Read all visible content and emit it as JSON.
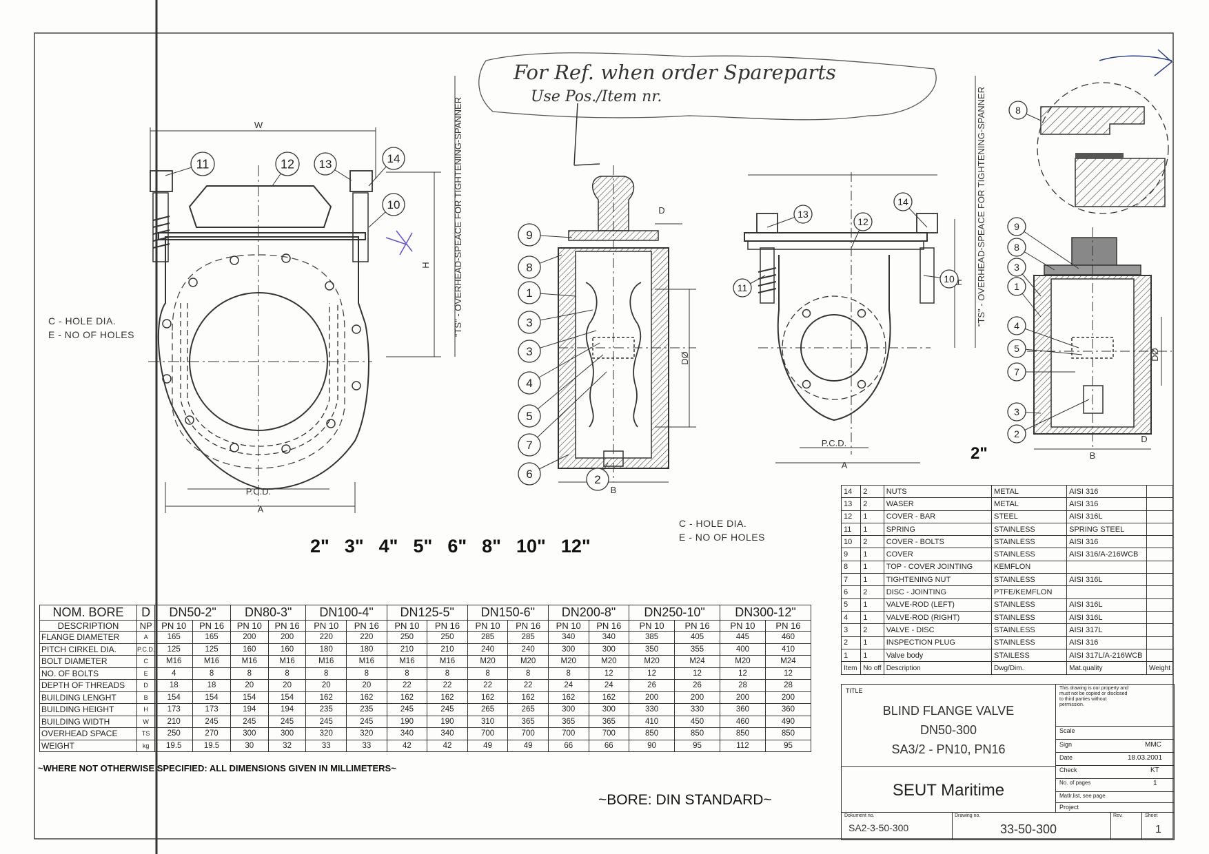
{
  "handwritten": {
    "line1": "For Ref. when order Spareparts",
    "line2": "Use Pos./Item nr."
  },
  "drawing_labels": {
    "hole_dia": "C - HOLE DIA.",
    "no_holes": "E - NO OF HOLES",
    "w": "W",
    "a": "A",
    "b": "B",
    "d": "D",
    "h": "H",
    "pcd": "P.C.D.",
    "d0": "DØ",
    "overhead_space": "\"TS\" - OVERHEAD-SPEACE FOR TIGHTENING-SPANNER",
    "size_2": "2\"",
    "sizes": [
      "2\"",
      "3\"",
      "4\"",
      "5\"",
      "6\"",
      "8\"",
      "10\"",
      "12\""
    ]
  },
  "balloons": {
    "front_left": [
      "11",
      "12",
      "13",
      "14",
      "10"
    ],
    "section_mid": [
      "9",
      "8",
      "1",
      "3",
      "3",
      "4",
      "5",
      "7",
      "6",
      "2"
    ],
    "front_right": [
      "13",
      "14",
      "12",
      "11",
      "10"
    ],
    "section_right": [
      "8",
      "9",
      "8",
      "3",
      "1",
      "4",
      "5",
      "7",
      "3",
      "2"
    ]
  },
  "dimension_table": {
    "header_nom_bore": "NOM. BORE",
    "header_description": "DESCRIPTION",
    "header_symbol": "D",
    "header_symbol2": "NP",
    "sizes": [
      "DN50-2\"",
      "DN80-3\"",
      "DN100-4\"",
      "DN125-5\"",
      "DN150-6\"",
      "DN200-8\"",
      "DN250-10\"",
      "DN300-12\""
    ],
    "pn_labels": [
      "PN 10",
      "PN 16"
    ],
    "rows": [
      {
        "desc": "FLANGE DIAMETER",
        "sym": "A",
        "vals": [
          "165",
          "165",
          "200",
          "200",
          "220",
          "220",
          "250",
          "250",
          "285",
          "285",
          "340",
          "340",
          "385",
          "405",
          "445",
          "460"
        ]
      },
      {
        "desc": "PITCH CIRKEL DIA.",
        "sym": "P.C.D.",
        "vals": [
          "125",
          "125",
          "160",
          "160",
          "180",
          "180",
          "210",
          "210",
          "240",
          "240",
          "300",
          "300",
          "350",
          "355",
          "400",
          "410"
        ]
      },
      {
        "desc": "BOLT DIAMETER",
        "sym": "C",
        "vals": [
          "M16",
          "M16",
          "M16",
          "M16",
          "M16",
          "M16",
          "M16",
          "M16",
          "M20",
          "M20",
          "M20",
          "M20",
          "M20",
          "M24",
          "M20",
          "M24"
        ]
      },
      {
        "desc": "NO. OF BOLTS",
        "sym": "E",
        "vals": [
          "4",
          "8",
          "8",
          "8",
          "8",
          "8",
          "8",
          "8",
          "8",
          "8",
          "8",
          "12",
          "12",
          "12",
          "12",
          "12"
        ]
      },
      {
        "desc": "DEPTH OF THREADS",
        "sym": "D",
        "vals": [
          "18",
          "18",
          "20",
          "20",
          "20",
          "20",
          "22",
          "22",
          "22",
          "22",
          "24",
          "24",
          "26",
          "26",
          "28",
          "28"
        ]
      },
      {
        "desc": "BUILDING LENGHT",
        "sym": "B",
        "vals": [
          "154",
          "154",
          "154",
          "154",
          "162",
          "162",
          "162",
          "162",
          "162",
          "162",
          "162",
          "162",
          "200",
          "200",
          "200",
          "200"
        ]
      },
      {
        "desc": "BUILDING HEIGHT",
        "sym": "H",
        "vals": [
          "173",
          "173",
          "194",
          "194",
          "235",
          "235",
          "245",
          "245",
          "265",
          "265",
          "300",
          "300",
          "330",
          "330",
          "360",
          "360"
        ]
      },
      {
        "desc": "BUILDING WIDTH",
        "sym": "W",
        "vals": [
          "210",
          "245",
          "245",
          "245",
          "245",
          "245",
          "190",
          "190",
          "310",
          "365",
          "365",
          "365",
          "410",
          "450",
          "460",
          "490"
        ]
      },
      {
        "desc": "OVERHEAD SPACE",
        "sym": "TS",
        "vals": [
          "250",
          "270",
          "300",
          "300",
          "320",
          "320",
          "340",
          "340",
          "700",
          "700",
          "700",
          "700",
          "850",
          "850",
          "850",
          "850"
        ]
      },
      {
        "desc": "WEIGHT",
        "sym": "kg",
        "vals": [
          "19.5",
          "19.5",
          "30",
          "32",
          "33",
          "33",
          "42",
          "42",
          "49",
          "49",
          "66",
          "66",
          "90",
          "95",
          "112",
          "95"
        ]
      }
    ],
    "footnote": "~WHERE NOT OTHERWISE SPECIFIED: ALL DIMENSIONS GIVEN IN MILLIMETERS~"
  },
  "bore_note": "~BORE: DIN STANDARD~",
  "parts_list": {
    "rows": [
      {
        "item": "14",
        "no": "2",
        "desc": "NUTS",
        "dwg": "METAL",
        "mat": "AISI 316"
      },
      {
        "item": "13",
        "no": "2",
        "desc": "WASER",
        "dwg": "METAL",
        "mat": "AISI 316"
      },
      {
        "item": "12",
        "no": "1",
        "desc": "COVER - BAR",
        "dwg": "STEEL",
        "mat": "AISI 316L"
      },
      {
        "item": "11",
        "no": "1",
        "desc": "SPRING",
        "dwg": "STAINLESS",
        "mat": "SPRING STEEL"
      },
      {
        "item": "10",
        "no": "2",
        "desc": "COVER - BOLTS",
        "dwg": "STAINLESS",
        "mat": "AISI 316"
      },
      {
        "item": "9",
        "no": "1",
        "desc": "COVER",
        "dwg": "STAINLESS",
        "mat": "AISI 316/A-216WCB"
      },
      {
        "item": "8",
        "no": "1",
        "desc": "TOP - COVER JOINTING",
        "dwg": "KEMFLON",
        "mat": ""
      },
      {
        "item": "7",
        "no": "1",
        "desc": "TIGHTENING NUT",
        "dwg": "STAINLESS",
        "mat": "AISI 316L"
      },
      {
        "item": "6",
        "no": "2",
        "desc": "DISC - JOINTING",
        "dwg": "PTFE/KEMFLON",
        "mat": ""
      },
      {
        "item": "5",
        "no": "1",
        "desc": "VALVE-ROD (LEFT)",
        "dwg": "STAINLESS",
        "mat": "AISI 316L"
      },
      {
        "item": "4",
        "no": "1",
        "desc": "VALVE-ROD (RIGHT)",
        "dwg": "STAINLESS",
        "mat": "AISI 316L"
      },
      {
        "item": "3",
        "no": "2",
        "desc": "VALVE - DISC",
        "dwg": "STAINLESS",
        "mat": "AISI 317L"
      },
      {
        "item": "2",
        "no": "1",
        "desc": "INSPECTION PLUG",
        "dwg": "STAINLESS",
        "mat": "AISI 316"
      },
      {
        "item": "1",
        "no": "1",
        "desc": "Valve body",
        "dwg": "STAILESS",
        "mat": "AISI 317L/A-216WCB"
      }
    ],
    "header": {
      "item": "Item",
      "no": "No off",
      "desc": "Description",
      "dwg": "Dwg/Dim.",
      "mat": "Mat.quality",
      "weight": "Weight"
    }
  },
  "title_block": {
    "title_label": "TITLE",
    "title_line1": "BLIND FLANGE VALVE",
    "title_line2": "DN50-300",
    "title_line3": "SA3/2 - PN10, PN16",
    "notice": "This drawing is our property and must not be copied or disclosed to third parties without permission.",
    "scale_label": "Scale",
    "sign_label": "Sign",
    "sign_value": "MMC",
    "date_label": "Date",
    "date_value": "18.03.2001",
    "check_label": "Check",
    "check_value": "KT",
    "pages_label": "No. of pages",
    "pages_value": "1",
    "partslist_label": "Matlr.list, see page",
    "project_label": "Project",
    "company": "SEUT Maritime",
    "doc_label": "Dokument no.",
    "doc_value": "SA2-3-50-300",
    "drawing_label": "Drawing no.",
    "drawing_value": "33-50-300",
    "rev_label": "Rev.",
    "sheet_label": "Sheet",
    "sheet_value": "1"
  }
}
